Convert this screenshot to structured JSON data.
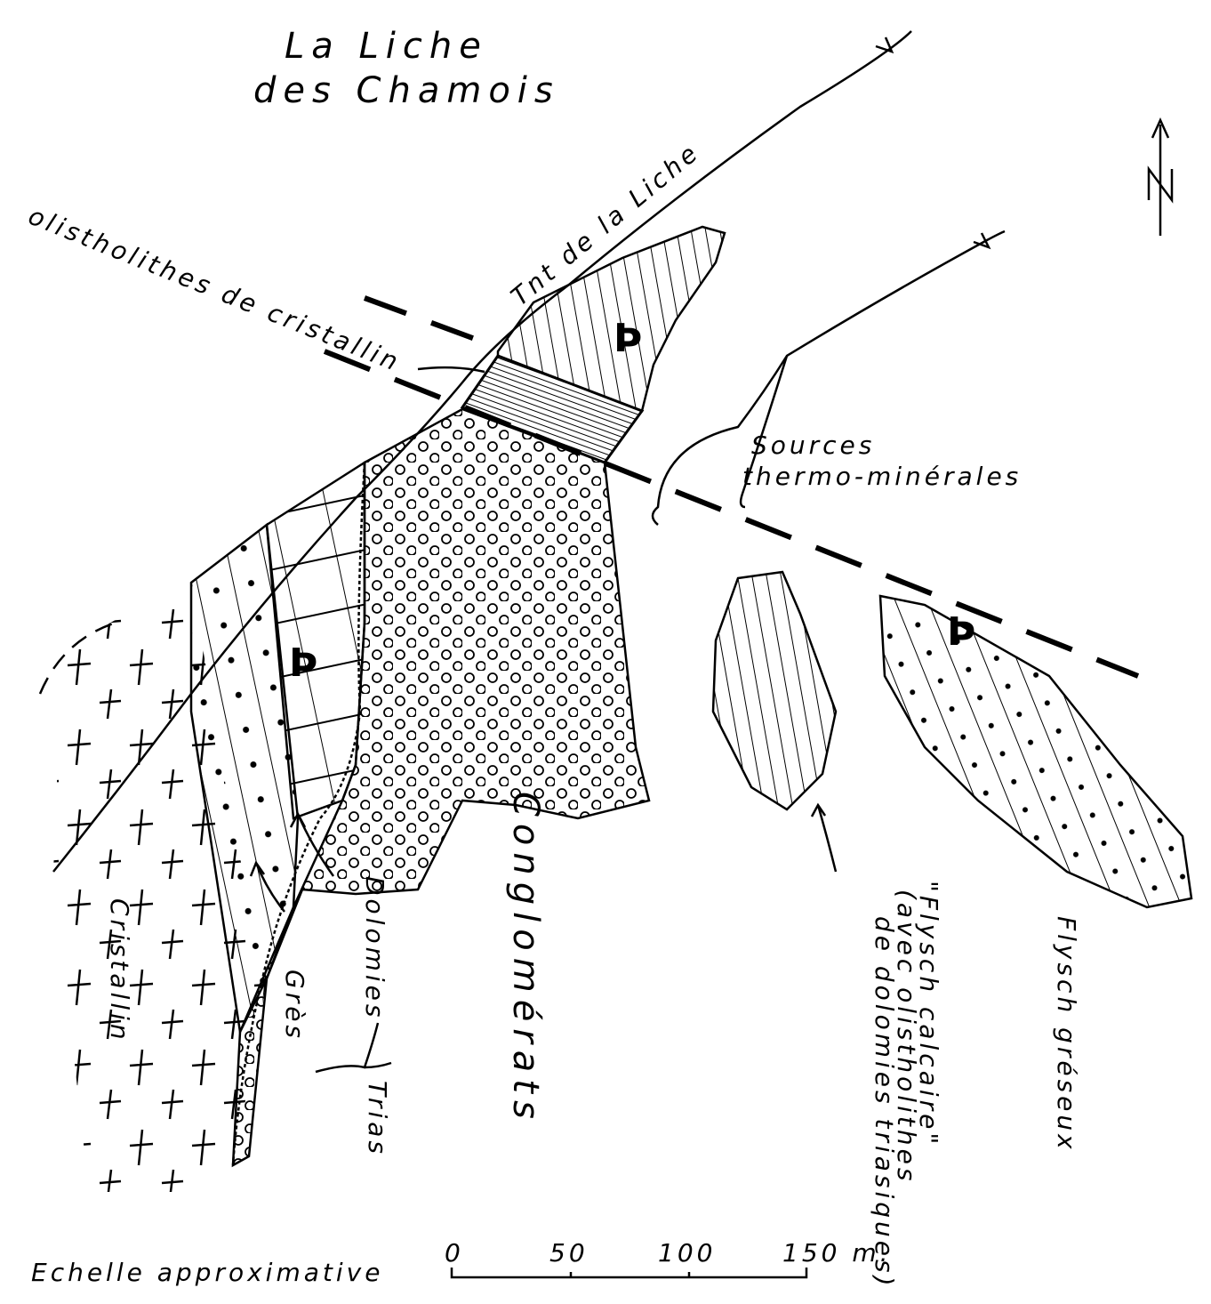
{
  "title": {
    "line1": "La Liche",
    "line2": "des Chamois"
  },
  "labels": {
    "stream": "Tnt de la Liche",
    "olistholithes": "olistholithes de cristallin",
    "sources_1": "Sources",
    "sources_2": "thermo-minérales",
    "conglomerats": "Conglomérats",
    "dolomies": "Dolomies",
    "gres": "Grès",
    "trias": "Trias",
    "cristallin": "Cristallin",
    "flysch_calcaire_1": "\"Flysch calcaire\"",
    "flysch_calcaire_2": "(avec olistholithes",
    "flysch_calcaire_3": "de dolomies triasiques)",
    "flysch_greseux": "Flysch gréseux"
  },
  "north": {
    "label": "N"
  },
  "scale": {
    "label": "Echelle approximative",
    "ticks": [
      "0",
      "50",
      "100",
      "150 m."
    ]
  },
  "colors": {
    "ink": "#000000",
    "paper": "#ffffff"
  }
}
